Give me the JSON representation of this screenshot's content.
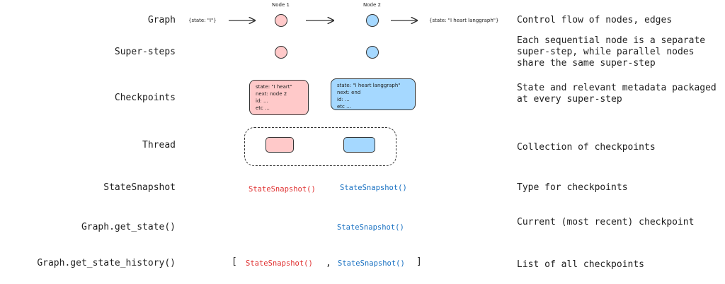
{
  "rows": {
    "graph": {
      "label": "Graph",
      "description": "Control flow of nodes, edges",
      "input_state": "{state: \"I\"}",
      "output_state": "{state: \"I heart langgraph\"}",
      "node1_label": "Node 1",
      "node2_label": "Node 2"
    },
    "supersteps": {
      "label": "Super-steps",
      "description": "Each sequential node is a separate super-step, while parallel nodes share the same super-step"
    },
    "checkpoints": {
      "label": "Checkpoints",
      "description": "State and relevant metadata packaged at every super-step",
      "card1": [
        "state: \"I heart\"",
        "next: node 2",
        "id: ...",
        "etc ..."
      ],
      "card2": [
        "state: \"I heart langgraph\"",
        "next: end",
        "id: ...",
        "etc ..."
      ]
    },
    "thread": {
      "label": "Thread",
      "description": "Collection of checkpoints"
    },
    "statesnapshot": {
      "label": "StateSnapshot",
      "description": "Type for checkpoints",
      "item1": "StateSnapshot()",
      "item2": "StateSnapshot()"
    },
    "get_state": {
      "label": "Graph.get_state()",
      "description": "Current (most recent) checkpoint",
      "item": "StateSnapshot()"
    },
    "get_state_history": {
      "label": "Graph.get_state_history()",
      "description": "List of all checkpoints",
      "open_bracket": "[",
      "item1": "StateSnapshot()",
      "separator": ",",
      "item2": "StateSnapshot()",
      "close_bracket": "]"
    }
  },
  "colors": {
    "node1_fill": "#ffc9c9",
    "node2_fill": "#a5d8ff",
    "snapshot_red": "#e03131",
    "snapshot_blue": "#1971c2"
  }
}
